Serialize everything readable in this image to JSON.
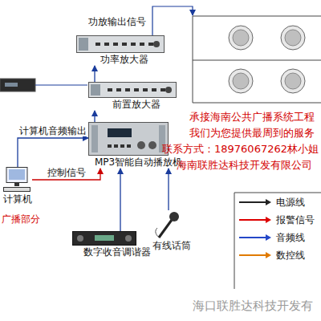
{
  "diagram": {
    "nodes": [
      {
        "text": [
          "功率放大器"
        ]
      },
      {
        "text": [
          "前置放大器"
        ]
      },
      {
        "text": [
          "MP3智能自动播放机"
        ]
      },
      {
        "text": [
          "计算机"
        ]
      },
      {
        "text": [
          "数字收音调谐器"
        ]
      },
      {
        "text": [
          "有线话筒"
        ]
      }
    ],
    "edges": [
      {
        "from": 2,
        "to": 1,
        "arrow": "to"
      },
      {
        "from": 1,
        "to": 0,
        "arrow": "to"
      },
      {
        "from": 3,
        "to": 2,
        "label": "计算机音频输出",
        "arrow": "to"
      },
      {
        "from": 3,
        "to": 2,
        "label": "控制信号",
        "arrow": "to"
      },
      {
        "from": 4,
        "to": 2,
        "arrow": "to"
      },
      {
        "from": 5,
        "to": 2,
        "arrow": "to"
      }
    ],
    "labels": [
      "功放输出信号",
      "承接海南公共广播系统工程",
      "我们为您提供最周到的服务",
      "联系方式：18976067262林小姐",
      "海南联胜达科技开发有限公司",
      "广播部分",
      "海口联胜达科技开发有"
    ],
    "legend": [
      {
        "text": "电源线"
      },
      {
        "text": "报警信号"
      },
      {
        "text": "音频线"
      },
      {
        "text": "数控线"
      }
    ]
  }
}
